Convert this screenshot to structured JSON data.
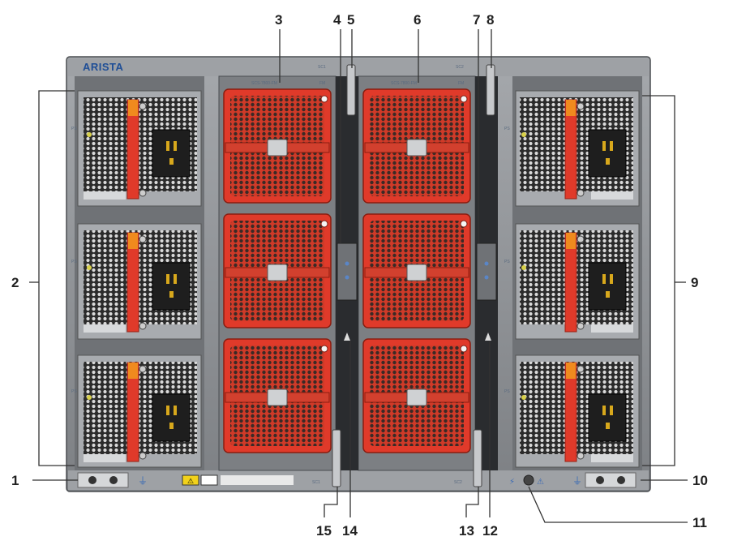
{
  "brand": {
    "logo_text": "ARISTA"
  },
  "chassis_labels": {
    "slot_left": "SC1",
    "slot_right": "SC2",
    "bottom_left": "SC1",
    "bottom_right": "SC2",
    "fan_label_left": "SCS-7800-FM",
    "fan_label_right": "SCS-7800-FM",
    "psu_tag": "PS",
    "fan_tag": "FM"
  },
  "callouts": [
    "1",
    "2",
    "3",
    "4",
    "5",
    "6",
    "7",
    "8",
    "9",
    "10",
    "11",
    "12",
    "13",
    "14",
    "15"
  ],
  "colors": {
    "chassis": "#8d9094",
    "chassis_dark": "#5d6064",
    "psu_body": "#b8babd",
    "fan_red": "#e03a2a",
    "fan_red_dark": "#b12718",
    "accent_orange": "#f08a1e",
    "logo_blue": "#1f4e96"
  }
}
